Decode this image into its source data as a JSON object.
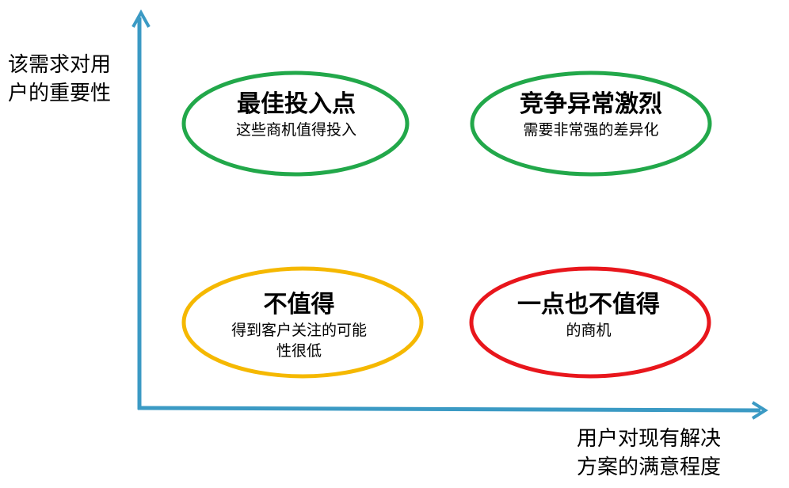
{
  "axes": {
    "y_label_line1": "该需求对用",
    "y_label_line2": "户的重要性",
    "x_label_line1": "用户对现有解决",
    "x_label_line2": "方案的满意程度",
    "color": "#3b9ac4"
  },
  "quadrants": [
    {
      "title": "最佳投入点",
      "desc_line1": "这些商机值得投入",
      "desc_line2": "",
      "color": "#22a84a"
    },
    {
      "title": "竞争异常激烈",
      "desc_line1": "需要非常强的差异化",
      "desc_line2": "",
      "color": "#22a84a"
    },
    {
      "title": "不值得",
      "desc_line1": "得到客户关注的可能",
      "desc_line2": "性很低",
      "color": "#f5b800"
    },
    {
      "title": "一点也不值得",
      "desc_line1": "的商机",
      "desc_line2": "",
      "color": "#e8161c"
    }
  ]
}
